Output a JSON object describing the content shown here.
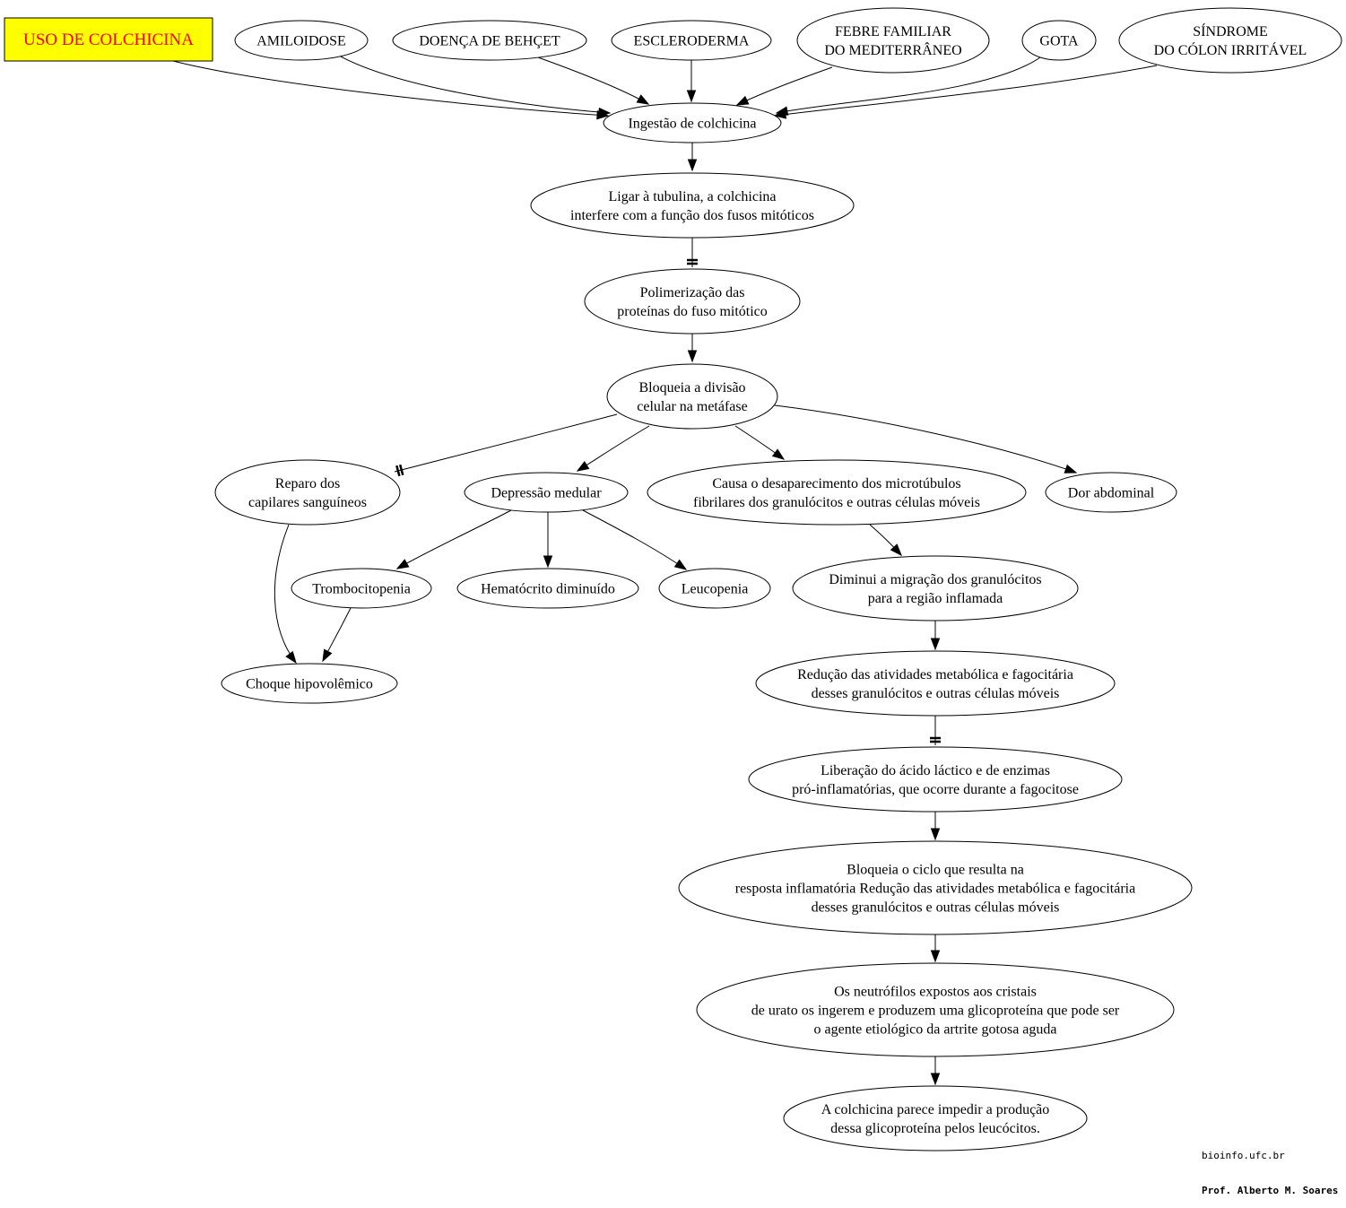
{
  "title": "USO DE COLCHICINA",
  "colors": {
    "title_background": "#ffff00",
    "title_text": "#ff0000",
    "line": "#000000"
  },
  "nodes": [
    {
      "id": "amiloidose",
      "lines": [
        "AMILOIDOSE"
      ]
    },
    {
      "id": "behcet",
      "lines": [
        "DOENÇA DE BEHÇET"
      ]
    },
    {
      "id": "escleroderma",
      "lines": [
        "ESCLERODERMA"
      ]
    },
    {
      "id": "febre",
      "lines": [
        "FEBRE FAMILIAR",
        "DO MEDITERRÂNEO"
      ]
    },
    {
      "id": "gota",
      "lines": [
        "GOTA"
      ]
    },
    {
      "id": "colon",
      "lines": [
        "SÍNDROME",
        "DO CÓLON IRRITÁVEL"
      ]
    },
    {
      "id": "ingestao",
      "lines": [
        "Ingestão de colchicina"
      ]
    },
    {
      "id": "tubulina",
      "lines": [
        "Ligar à tubulina, a colchicina",
        "interfere com a função dos fusos mitóticos"
      ]
    },
    {
      "id": "polimerizacao",
      "lines": [
        "Polimerização das",
        "proteínas do fuso mitótico"
      ]
    },
    {
      "id": "bloqueia_divisao",
      "lines": [
        "Bloqueia a divisão",
        "celular na metáfase"
      ]
    },
    {
      "id": "reparo",
      "lines": [
        "Reparo dos",
        "capilares sanguíneos"
      ]
    },
    {
      "id": "depressao",
      "lines": [
        "Depressão medular"
      ]
    },
    {
      "id": "desaparecimento",
      "lines": [
        "Causa o desaparecimento dos microtúbulos",
        "fibrilares dos granulócitos e outras células móveis"
      ]
    },
    {
      "id": "dor",
      "lines": [
        "Dor abdominal"
      ]
    },
    {
      "id": "trombocitopenia",
      "lines": [
        "Trombocitopenia"
      ]
    },
    {
      "id": "hematocrito",
      "lines": [
        "Hematócrito diminuído"
      ]
    },
    {
      "id": "leucopenia",
      "lines": [
        "Leucopenia"
      ]
    },
    {
      "id": "migracao",
      "lines": [
        "Diminui a migração dos granulócitos",
        "para a região inflamada"
      ]
    },
    {
      "id": "choque",
      "lines": [
        "Choque hipovolêmico"
      ]
    },
    {
      "id": "reducao",
      "lines": [
        "Redução das atividades metabólica e fagocitária",
        "desses granulócitos e outras células móveis"
      ]
    },
    {
      "id": "liberacao",
      "lines": [
        "Liberação do ácido láctico e de enzimas",
        "pró-inflamatórias, que ocorre durante a fagocitose"
      ]
    },
    {
      "id": "bloqueia_ciclo",
      "lines": [
        "Bloqueia o ciclo que resulta na",
        "resposta inflamatória Redução das atividades metabólica e fagocitária",
        "desses granulócitos e outras células móveis"
      ]
    },
    {
      "id": "neutrofilos",
      "lines": [
        "Os neutrófilos expostos aos cristais",
        "de urato os ingerem e produzem uma glicoproteína que pode ser",
        "o agente etiológico da artrite gotosa aguda"
      ]
    },
    {
      "id": "impedir",
      "lines": [
        "A colchicina parece impedir a produção",
        "dessa glicoproteína pelos leucócitos."
      ]
    }
  ],
  "edges": [
    {
      "from": "title",
      "to": "ingestao",
      "type": "arrow"
    },
    {
      "from": "amiloidose",
      "to": "ingestao",
      "type": "arrow"
    },
    {
      "from": "behcet",
      "to": "ingestao",
      "type": "arrow"
    },
    {
      "from": "escleroderma",
      "to": "ingestao",
      "type": "arrow"
    },
    {
      "from": "febre",
      "to": "ingestao",
      "type": "arrow"
    },
    {
      "from": "gota",
      "to": "ingestao",
      "type": "arrow"
    },
    {
      "from": "colon",
      "to": "ingestao",
      "type": "arrow"
    },
    {
      "from": "ingestao",
      "to": "tubulina",
      "type": "arrow"
    },
    {
      "from": "tubulina",
      "to": "polimerizacao",
      "type": "inhibit"
    },
    {
      "from": "polimerizacao",
      "to": "bloqueia_divisao",
      "type": "arrow"
    },
    {
      "from": "bloqueia_divisao",
      "to": "reparo",
      "type": "inhibit"
    },
    {
      "from": "bloqueia_divisao",
      "to": "depressao",
      "type": "arrow"
    },
    {
      "from": "bloqueia_divisao",
      "to": "desaparecimento",
      "type": "arrow"
    },
    {
      "from": "bloqueia_divisao",
      "to": "dor",
      "type": "arrow"
    },
    {
      "from": "depressao",
      "to": "trombocitopenia",
      "type": "arrow"
    },
    {
      "from": "depressao",
      "to": "hematocrito",
      "type": "arrow"
    },
    {
      "from": "depressao",
      "to": "leucopenia",
      "type": "arrow"
    },
    {
      "from": "reparo",
      "to": "choque",
      "type": "arrow"
    },
    {
      "from": "trombocitopenia",
      "to": "choque",
      "type": "arrow"
    },
    {
      "from": "desaparecimento",
      "to": "migracao",
      "type": "arrow"
    },
    {
      "from": "migracao",
      "to": "reducao",
      "type": "arrow"
    },
    {
      "from": "reducao",
      "to": "liberacao",
      "type": "inhibit"
    },
    {
      "from": "liberacao",
      "to": "bloqueia_ciclo",
      "type": "arrow"
    },
    {
      "from": "bloqueia_ciclo",
      "to": "neutrofilos",
      "type": "arrow"
    },
    {
      "from": "neutrofilos",
      "to": "impedir",
      "type": "arrow"
    }
  ],
  "footer": {
    "site": "bioinfo.ufc.br",
    "author": "Prof. Alberto M. Soares"
  }
}
